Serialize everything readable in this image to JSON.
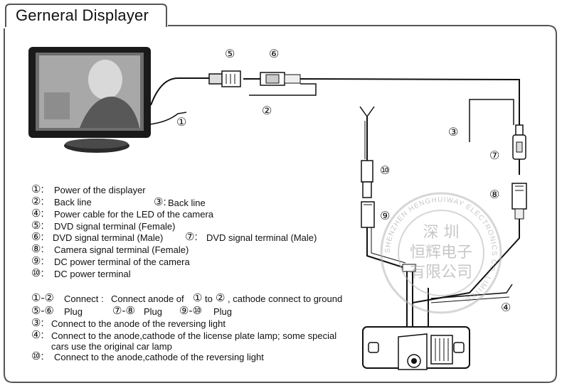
{
  "title": "Gerneral Displayer",
  "callouts": {
    "c1": "①",
    "c2": "②",
    "c3": "③",
    "c4": "④",
    "c5": "⑤",
    "c6": "⑥",
    "c7": "⑦",
    "c8": "⑧",
    "c9": "⑨",
    "c10": "⑩"
  },
  "legend": [
    {
      "marker": "①:",
      "text": "Power of the displayer"
    },
    {
      "marker": "②:",
      "text": "Back line"
    },
    {
      "marker": "③:",
      "text": "Back line"
    },
    {
      "marker": "④:",
      "text": "Power cable for the LED of the camera"
    },
    {
      "marker": "⑤:",
      "text": "DVD signal terminal (Female)"
    },
    {
      "marker": "⑥:",
      "text": "DVD signal terminal (Male)"
    },
    {
      "marker": "⑦:",
      "text": "DVD signal terminal (Male)"
    },
    {
      "marker": "⑧:",
      "text": "Camera signal terminal (Female)"
    },
    {
      "marker": "⑨:",
      "text": "DC power terminal of the camera"
    },
    {
      "marker": "⑩:",
      "text": "DC power terminal"
    }
  ],
  "connections": {
    "c12_marker": "①-②",
    "c12_label": "Connect :",
    "c12_text_a": "Connect anode of",
    "c12_ref1": "①",
    "c12_to": "to",
    "c12_ref2": "②",
    "c12_text_b": ", cathode connect to ground",
    "plug1_marker": "⑤-⑥",
    "plug1_label": "Plug",
    "plug2_marker": "⑦-⑧",
    "plug2_label": "Plug",
    "plug3_marker": "⑨-⑩",
    "plug3_label": "Plug",
    "c3_marker": "③:",
    "c3_text": "Connect to the anode of the reversing light",
    "c4_marker": "④:",
    "c4_text_line1": "Connect to the anode,cathode of the license plate lamp; some special",
    "c4_text_line2": "cars use the original car lamp",
    "c10_marker": "⑩:",
    "c10_text": "Connect to the anode,cathode of the reversing light"
  },
  "watermark": {
    "ring_text": "SHENZHEN HENGHUIWAY ELECTRONICS CO.,LIMITED",
    "line1": "深 圳",
    "line2": "恒辉电子",
    "line3": "有限公司"
  },
  "colors": {
    "line": "#111111",
    "frame": "#555555",
    "screen_bezel": "#1a1a1a",
    "watermark": "#b5b5b5"
  }
}
